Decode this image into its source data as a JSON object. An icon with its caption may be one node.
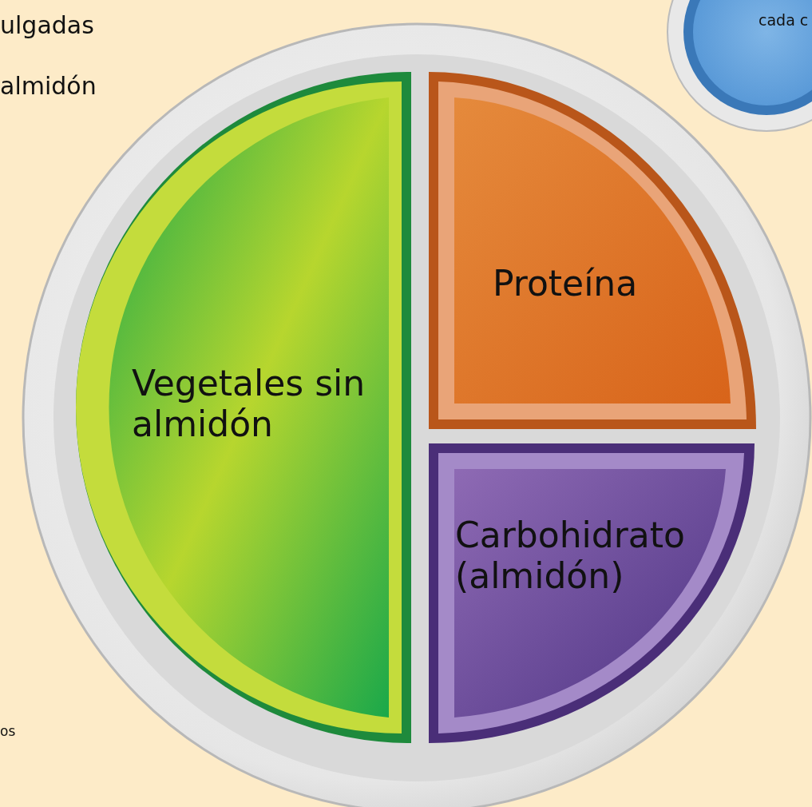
{
  "diagram": {
    "nodes": [
      {
        "text": [],
        "shape": "circle"
      },
      {
        "text": [
          "Vegetales sin almidón"
        ],
        "in": 0
      },
      {
        "text": [
          "Proteína"
        ],
        "in": 0
      },
      {
        "text": [
          "Carbohidrato (almidón)"
        ],
        "in": 0
      },
      {
        "text": [
          "cada c"
        ]
      }
    ],
    "labels": [
      "ulgadas",
      "almidón",
      "os"
    ]
  }
}
